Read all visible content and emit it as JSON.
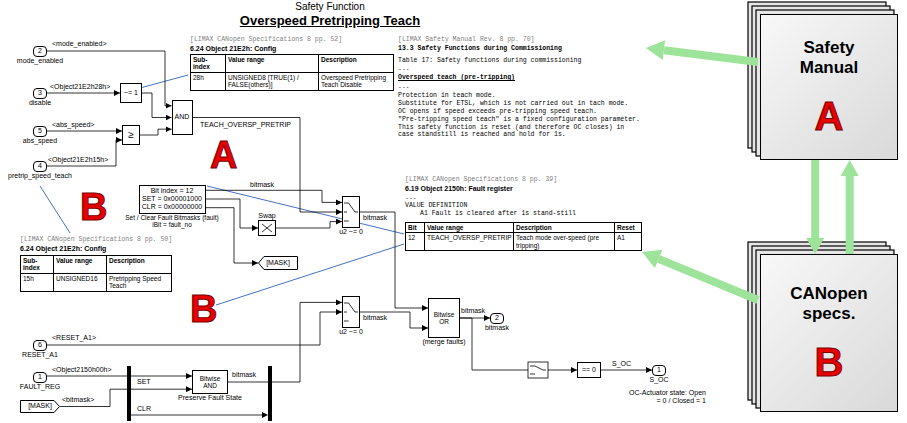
{
  "diagram": {
    "title": "Safety Function",
    "nodes": [
      {
        "text": [
          "2",
          "mode_enabled"
        ]
      },
      {
        "text": [
          "3",
          "disable"
        ]
      },
      {
        "text": [
          "~= 1"
        ]
      },
      {
        "text": [
          "5",
          "abs_speed"
        ]
      },
      {
        "text": [
          "≥"
        ]
      },
      {
        "text": [
          "4",
          "pretrip_speed_teach"
        ]
      },
      {
        "text": [
          "AND"
        ]
      },
      {
        "text": [
          "Bit index = 12",
          "SET = 0x00001000",
          "CLR = 0x00000000",
          "Set / Clear Fault Bitmasks (fault)",
          "iBit = fault_no"
        ]
      },
      {
        "text": [
          "Swap"
        ]
      },
      {
        "text": [
          "[MASK]"
        ]
      },
      {
        "text": [
          "u2 ~= 0"
        ]
      },
      {
        "text": [
          "u2 ~= 0"
        ]
      },
      {
        "text": [
          "Bitwise OR",
          "(merge faults)"
        ]
      },
      {
        "text": [
          "2",
          "bitmask"
        ]
      },
      {
        "text": [
          "6",
          "RESET_A1"
        ]
      },
      {
        "text": [
          "1",
          "FAULT_REG"
        ]
      },
      {
        "text": [
          "[MASK]"
        ]
      },
      {
        "text": [
          "Bitwise AND",
          "Preserve Fault State"
        ]
      },
      {
        "text": [
          "== 0"
        ]
      },
      {
        "text": [
          "1",
          "S_OC"
        ]
      },
      {
        "text": [
          "Safety Manual",
          "A"
        ]
      },
      {
        "text": [
          "CANopen specs.",
          "B"
        ]
      }
    ],
    "edges": [
      {
        "from": 0,
        "to": 6,
        "arrow": "to",
        "label": "<mode_enabled>"
      },
      {
        "from": 1,
        "to": 2,
        "arrow": "to",
        "label": "<Object21E2h28h>"
      },
      {
        "from": 2,
        "to": 6,
        "arrow": "to"
      },
      {
        "from": 3,
        "to": 4,
        "arrow": "to",
        "label": "<abs_speed>"
      },
      {
        "from": 5,
        "to": 4,
        "arrow": "to",
        "label": "<Object21E2h15h>"
      },
      {
        "from": 4,
        "to": 6,
        "arrow": "to"
      },
      {
        "from": 6,
        "to": 10,
        "arrow": "to",
        "label": "TEACH_OVERSP_PRETRIP"
      },
      {
        "from": 7,
        "to": 10,
        "arrow": "to",
        "label": "bitmask"
      },
      {
        "from": 7,
        "to": 8,
        "arrow": "to"
      },
      {
        "from": 8,
        "to": 10,
        "arrow": "to"
      },
      {
        "from": 7,
        "to": 9,
        "arrow": "to"
      },
      {
        "from": 10,
        "to": 12,
        "arrow": "to",
        "label": "bitmask"
      },
      {
        "from": 14,
        "to": 11,
        "arrow": "to",
        "label": "<RESET_A1>"
      },
      {
        "from": 17,
        "to": 11,
        "arrow": "to",
        "label": "bitmask"
      },
      {
        "from": 11,
        "to": 12,
        "arrow": "to",
        "label": "bitmask"
      },
      {
        "from": 12,
        "to": 13,
        "arrow": "to",
        "label": "bitmask"
      },
      {
        "from": 12,
        "to": 18,
        "arrow": "to"
      },
      {
        "from": 18,
        "to": 19,
        "arrow": "to",
        "label": "S_OC"
      },
      {
        "from": 15,
        "to": 17,
        "arrow": "to",
        "label": "<Object2150h00h>"
      },
      {
        "from": 16,
        "to": 17,
        "arrow": "to",
        "label": "<bitmask>"
      },
      {
        "from": 20,
        "to": 21,
        "arrow": "to"
      },
      {
        "from": 21,
        "to": 20,
        "arrow": "to"
      }
    ],
    "labels": [
      "Overspeed Pretripping Teach",
      "A",
      "B",
      "B",
      "[LIMAX CANopen Specifications 8 pp. 52]",
      "6.24 Object 21E2h: Config",
      "Sub-index",
      "Value range",
      "Description",
      "28h",
      "UNSIGNED8 [TRUE(1) / FALSE(others)]",
      "Overspeed Pretripping Teach Disable",
      "[LIMAX Safety Manual Rev. 8 pp. 70]",
      "13.3 Safety Functions during Commissioning",
      "Table 17: Safety functions during commissioning",
      "...",
      "Overspeed teach (pre-tripping)",
      "...",
      "Protection in teach mode.",
      "Substitute for ETSL, which is not carried out in tach mode.",
      "OC opens if speed exceeds pre-tripping speed teach.",
      "\"Pre-tripping speed teach\" is a fixed configuration parameter.",
      "This safety function is reset (and therefore OC closes) in case standstill is reached and hold for 1s.",
      "[LIMAX CANopen Specifications 8 pp. 50]",
      "6.24 Object 21E2h: Config",
      "Sub-index",
      "Value range",
      "Description",
      "15h",
      "UNSIGNED16",
      "Pretripping Speed Teach",
      "[LIMAX CANopen Specifications 8 pp. 39]",
      "6.19 Object 2150h: Fault register",
      "...",
      "VALUE DEFINITION",
      "A1 Fault is cleared after 1s stand-still",
      "Bit",
      "Value range",
      "Description",
      "Reset",
      "12",
      "TEACH_OVERSP_PRETRIP",
      "Teach mode over-speed (pre tripping)",
      "A1",
      "SET",
      "CLR",
      "OC-Actuator state: Open = 0 / Closed = 1"
    ]
  }
}
